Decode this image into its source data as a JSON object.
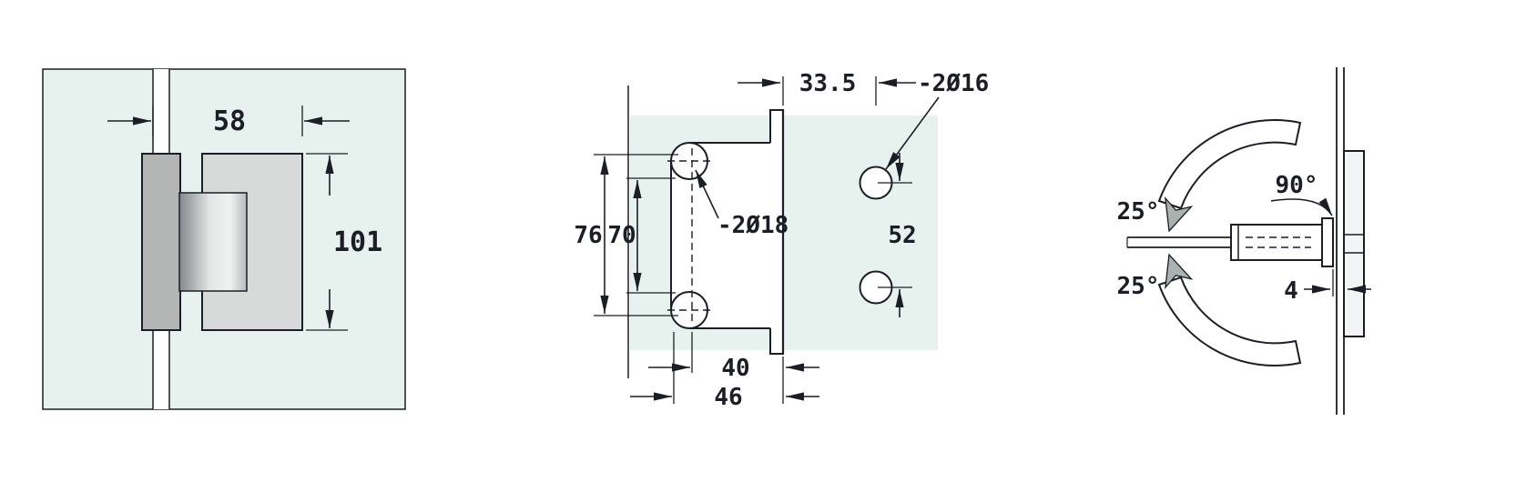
{
  "drawing": {
    "front_view": {
      "dim_width": "58",
      "dim_height": "101"
    },
    "plan_view": {
      "dim_offset": "33.5",
      "label_holes_glass": "-2Ø16",
      "dim_outer": "76",
      "dim_inner": "70",
      "label_holes_hinge": "-2Ø18",
      "dim_hole_spacing": "52",
      "dim_width_inner": "40",
      "dim_width_outer": "46"
    },
    "side_view": {
      "dim_angle_top": "25°",
      "dim_angle_open": "90°",
      "dim_angle_bottom": "25°",
      "dim_gap": "4"
    }
  },
  "colors": {
    "line": "#1b1e26",
    "glass": "#e7f2ee",
    "plate-light": "#d8dad9",
    "plate-dark": "#b4b6b5",
    "arrow-gray": "#a9b2af",
    "background": "#ffffff"
  }
}
